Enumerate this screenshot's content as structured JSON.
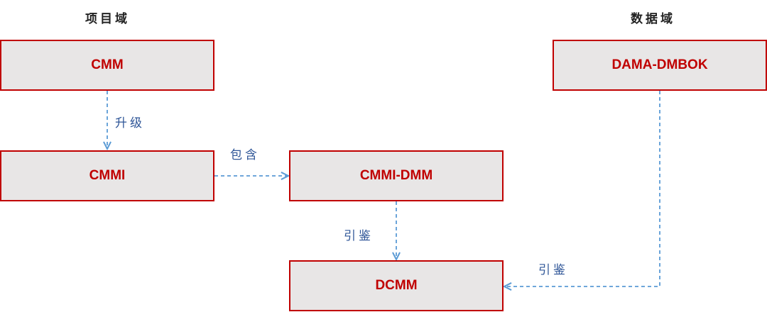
{
  "domains": {
    "project": "项目域",
    "data": "数据域"
  },
  "nodes": {
    "cmm": "CMM",
    "cmmi": "CMMI",
    "cmmi_dmm": "CMMI-DMM",
    "dcmm": "DCMM",
    "dama": "DAMA-DMBOK"
  },
  "edges": {
    "upgrade": "升级",
    "contains": "包含",
    "reference_1": "引鉴",
    "reference_2": "引鉴"
  },
  "colors": {
    "node_border": "#c00000",
    "node_text": "#c00000",
    "node_fill": "#e8e6e6",
    "edge_line": "#5b9bd5",
    "edge_text": "#2e5597"
  }
}
